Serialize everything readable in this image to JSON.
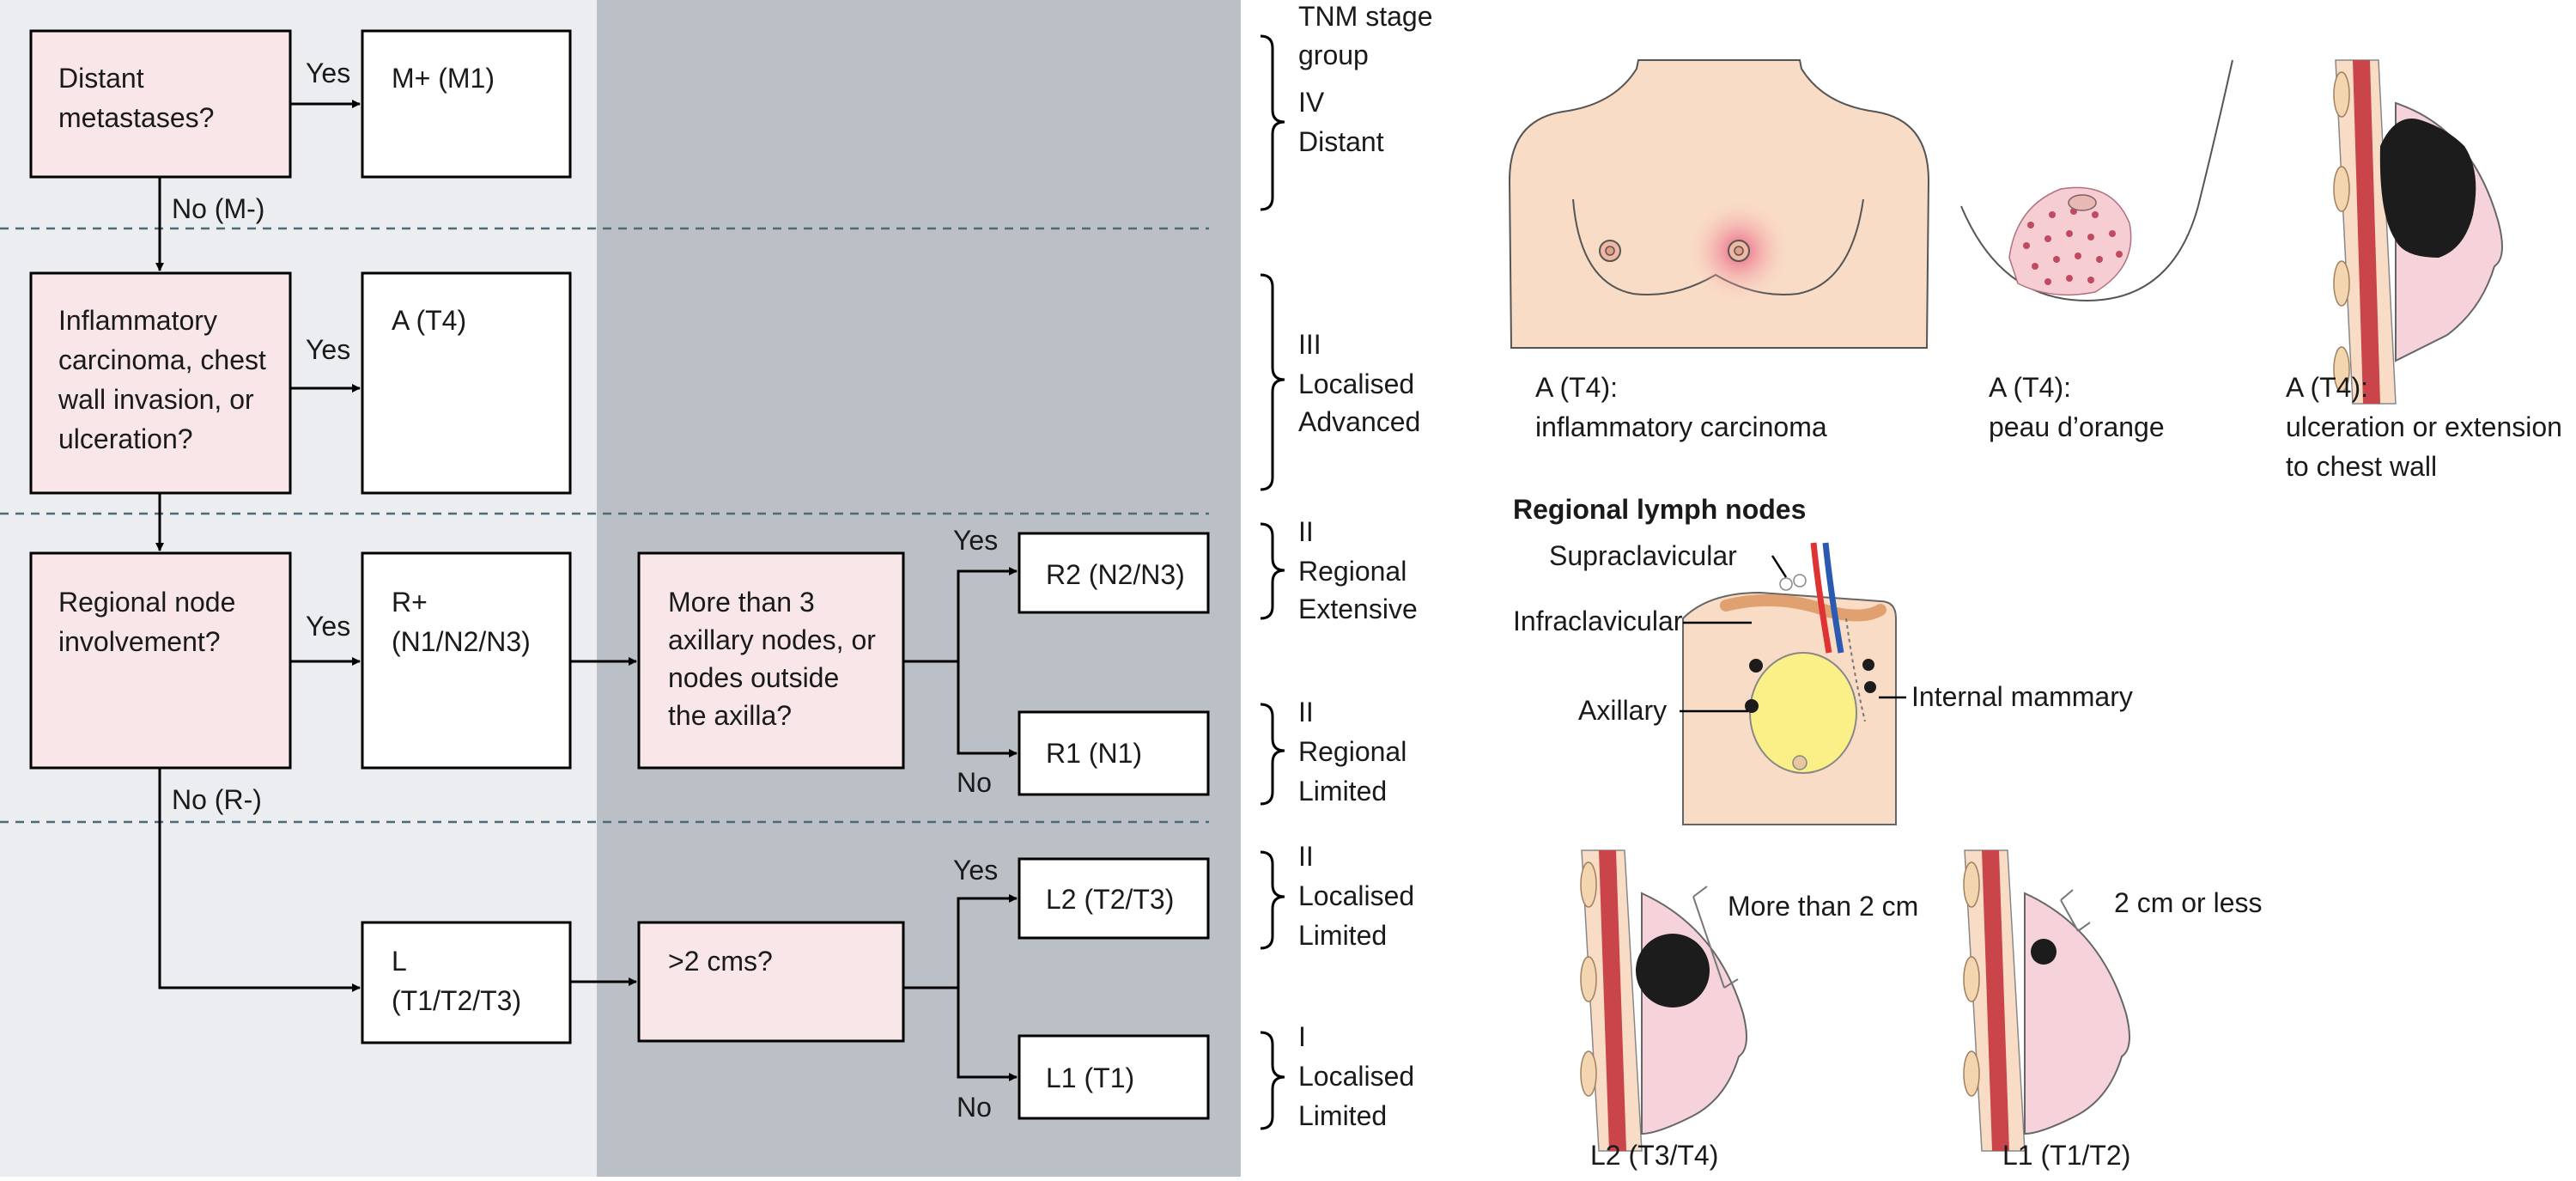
{
  "colors": {
    "left_band": "#ebedf0",
    "mid_band": "#bbc0c7",
    "question_fill": "#f8e6e8",
    "answer_fill": "#ffffff",
    "dashed": "#4d6a78",
    "skin": "#f9dcc6",
    "breast_pink": "#f6d3db",
    "tumour": "#1c1c1c"
  },
  "flow": {
    "q_metastases": [
      "Distant",
      "metastases?"
    ],
    "r_m1": "M+ (M1)",
    "q_inflammatory": [
      "Inflammatory",
      "carcinoma, chest",
      "wall invasion, or",
      "ulceration?"
    ],
    "r_t4": "A (T4)",
    "q_regional": [
      "Regional node",
      "involvement?"
    ],
    "r_regional": [
      "R+",
      "(N1/N2/N3)"
    ],
    "q_axillary": [
      "More than 3",
      "axillary nodes, or",
      "nodes outside",
      "the axilla?"
    ],
    "r_r2": "R2 (N2/N3)",
    "r_r1": "R1 (N1)",
    "r_local": [
      "L",
      "(T1/T2/T3)"
    ],
    "q_size": ">2 cms?",
    "r_l2": "L2 (T2/T3)",
    "r_l1": "L1 (T1)",
    "yes": "Yes",
    "no": "No",
    "no_m": "No (M-)",
    "no_r": "No (R-)"
  },
  "stages": {
    "header": [
      "TNM stage",
      "group"
    ],
    "iv": [
      "IV",
      "Distant"
    ],
    "iii": [
      "III",
      "Localised",
      "Advanced"
    ],
    "ii_ext": [
      "II",
      "Regional",
      "Extensive"
    ],
    "ii_lim": [
      "II",
      "Regional",
      "Limited"
    ],
    "ii_loc": [
      "II",
      "Localised",
      "Limited"
    ],
    "i_loc": [
      "I",
      "Localised",
      "Limited"
    ]
  },
  "illustrations": {
    "inflammatory": [
      "A (T4):",
      "inflammatory carcinoma"
    ],
    "peau": [
      "A (T4):",
      "peau d’orange"
    ],
    "ulceration": [
      "A (T4):",
      "ulceration or extension",
      "to chest wall"
    ],
    "nodes_title": "Regional lymph nodes",
    "supraclavicular": "Supraclavicular",
    "infraclavicular": "Infraclavicular",
    "axillary": "Axillary",
    "internal_mammary": "Internal mammary",
    "more2": "More than 2 cm",
    "less2": "2 cm or less",
    "l2_caption": "L2 (T3/T4)",
    "l1_caption": "L1 (T1/T2)"
  }
}
